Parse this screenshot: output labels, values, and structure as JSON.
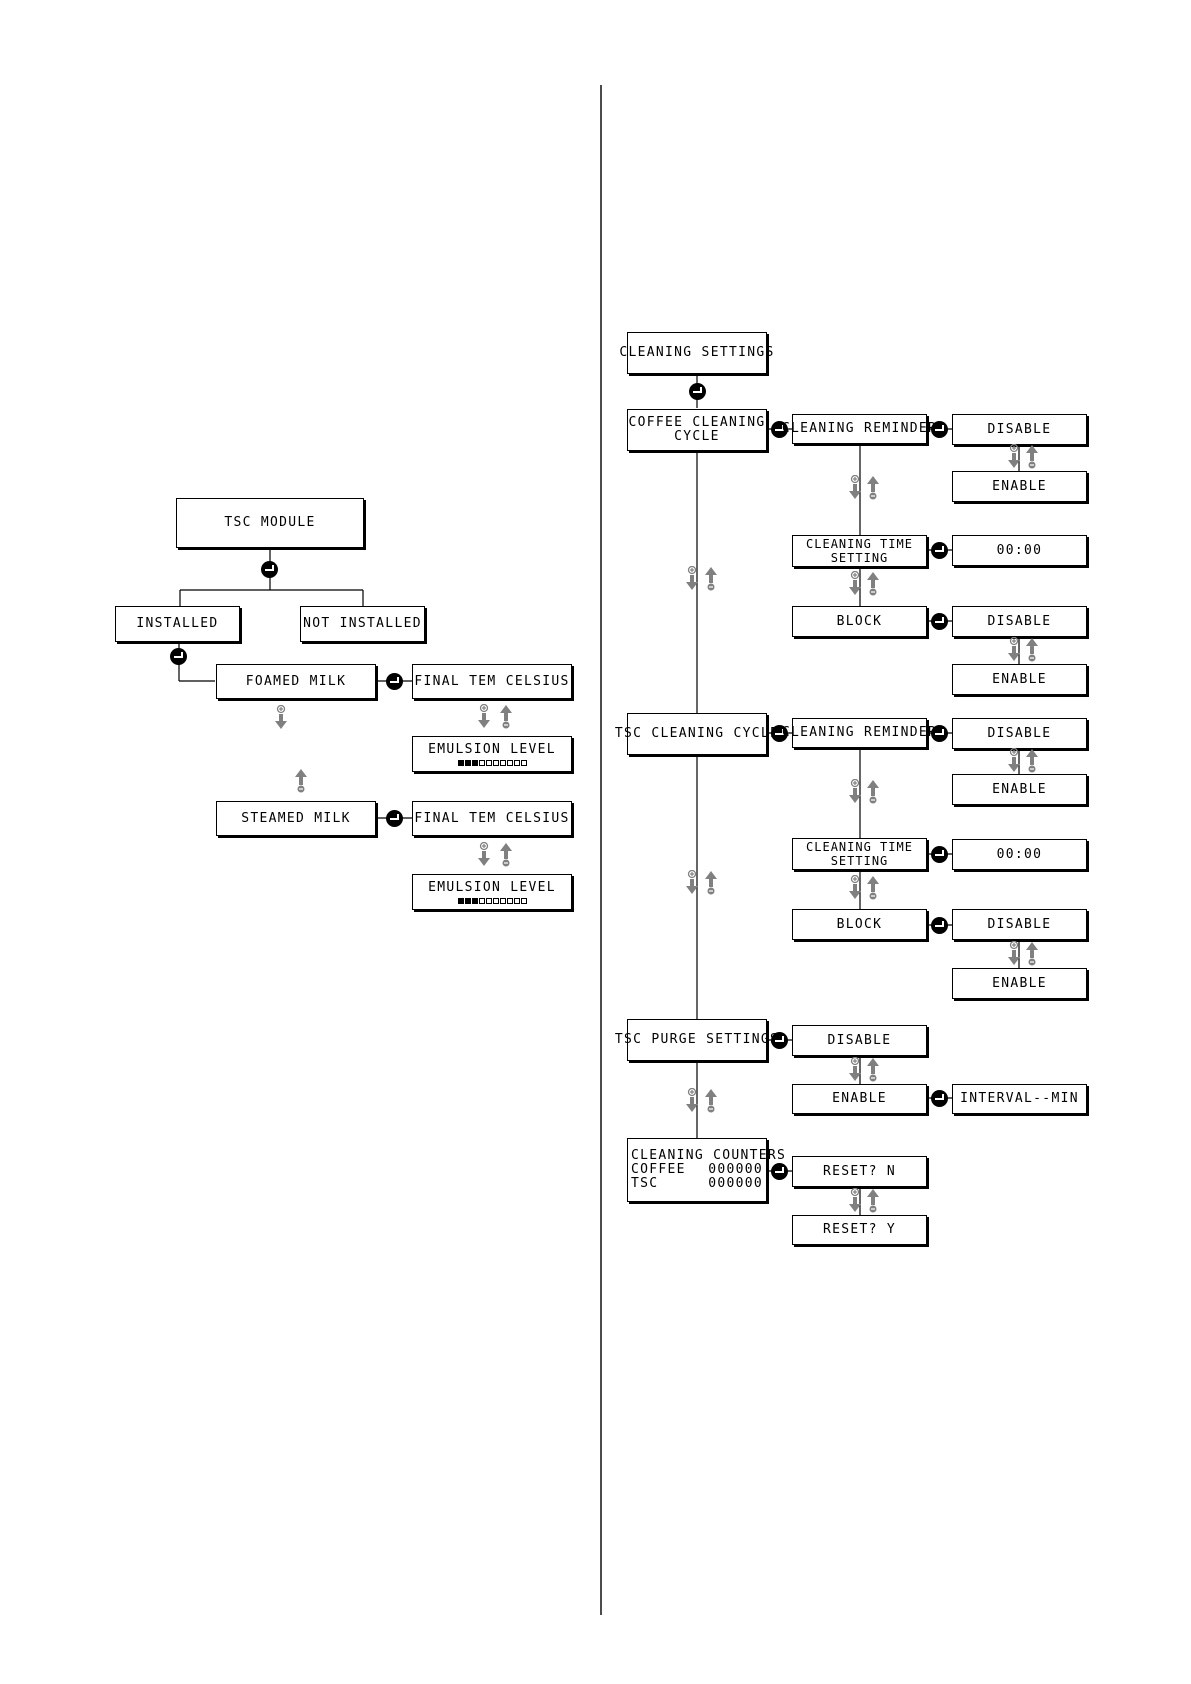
{
  "tsc": {
    "module": "TSC MODULE",
    "installed": "INSTALLED",
    "not_installed": "NOT INSTALLED",
    "foamed_milk": "FOAMED MILK",
    "steamed_milk": "STEAMED MILK",
    "final_temp": "FINAL TEM CELSIUS",
    "emulsion_level": "EMULSION LEVEL",
    "foamed_level_filled": 3,
    "steamed_level_filled": 3,
    "level_segments": 10
  },
  "cleaning": {
    "settings": "CLEANING SETTINGS",
    "coffee_cycle": [
      "COFFEE CLEANING",
      "CYCLE"
    ],
    "tsc_cycle": "TSC CLEANING CYCLE",
    "purge_settings": "TSC PURGE SETTINGS",
    "counters_title": "CLEANING COUNTERS",
    "counters_coffee_label": "COFFEE",
    "counters_coffee_value": "000000",
    "counters_tsc_label": "TSC",
    "counters_tsc_value": "000000",
    "reminder": "CLEANING REMINDER",
    "time_setting": [
      "CLEANING TIME",
      "SETTING"
    ],
    "block": "BLOCK",
    "disable": "DISABLE",
    "enable": "ENABLE",
    "time_value": "00:00",
    "interval": "INTERVAL--MIN",
    "reset_n": "RESET? N",
    "reset_y": "RESET? Y"
  },
  "colors": {
    "ink": "#000000",
    "nav_gray": "#808080",
    "paper": "#ffffff"
  }
}
